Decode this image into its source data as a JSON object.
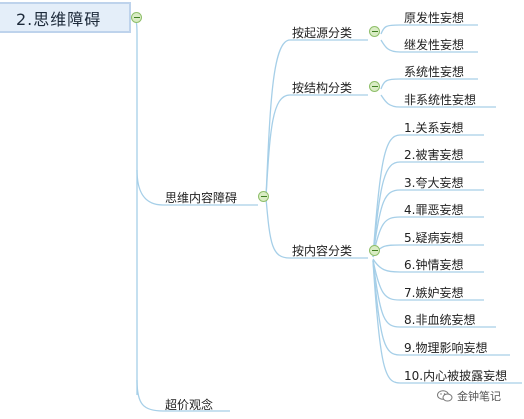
{
  "root": {
    "label": "2.思维障碍"
  },
  "branches": {
    "thinking_content": "思维内容障碍",
    "overvalued": "超价观念"
  },
  "groups": {
    "origin": {
      "label": "按起源分类",
      "items": [
        "原发性妄想",
        "继发性妄想"
      ]
    },
    "structure": {
      "label": "按结构分类",
      "items": [
        "系统性妄想",
        "非系统性妄想"
      ]
    },
    "content": {
      "label": "按内容分类",
      "items": [
        "1.关系妄想",
        "2.被害妄想",
        "3.夸大妄想",
        "4.罪恶妄想",
        "5.疑病妄想",
        "6.钟情妄想",
        "7.嫉妒妄想",
        "8.非血统妄想",
        "9.物理影响妄想",
        "10.内心被披露妄想"
      ]
    }
  },
  "watermark": {
    "text": "金钟笔记",
    "icon": "wechat-icon"
  },
  "colors": {
    "line": "#a6cfe8",
    "collapse_fill": "#d9ecc4",
    "root_fill": "#e4eef9"
  }
}
